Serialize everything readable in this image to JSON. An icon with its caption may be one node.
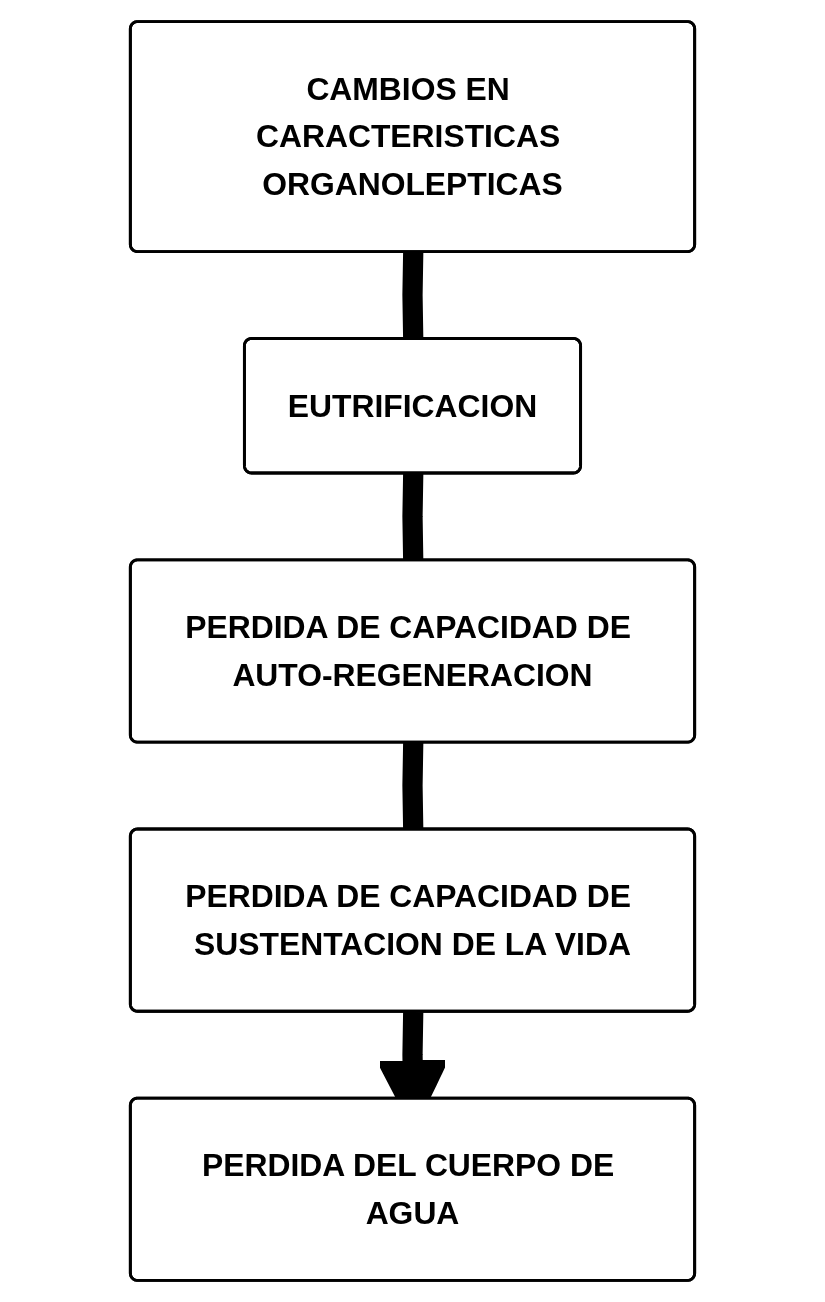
{
  "diagram": {
    "nodes": [
      {
        "text": [
          "CAMBIOS EN CARACTERISTICAS ORGANOLEPTICAS"
        ]
      },
      {
        "text": [
          "EUTRIFICACION"
        ]
      },
      {
        "text": [
          "PERDIDA DE CAPACIDAD DE AUTO-REGENERACION"
        ]
      },
      {
        "text": [
          "PERDIDA DE CAPACIDAD DE SUSTENTACION DE LA VIDA"
        ]
      },
      {
        "text": [
          "PERDIDA DEL CUERPO DE AGUA"
        ]
      }
    ],
    "edges": [
      {
        "from": 0,
        "to": 1,
        "arrow": "none"
      },
      {
        "from": 1,
        "to": 2,
        "arrow": "none"
      },
      {
        "from": 2,
        "to": 3,
        "arrow": "none"
      },
      {
        "from": 3,
        "to": 4,
        "arrow": "to"
      }
    ]
  }
}
